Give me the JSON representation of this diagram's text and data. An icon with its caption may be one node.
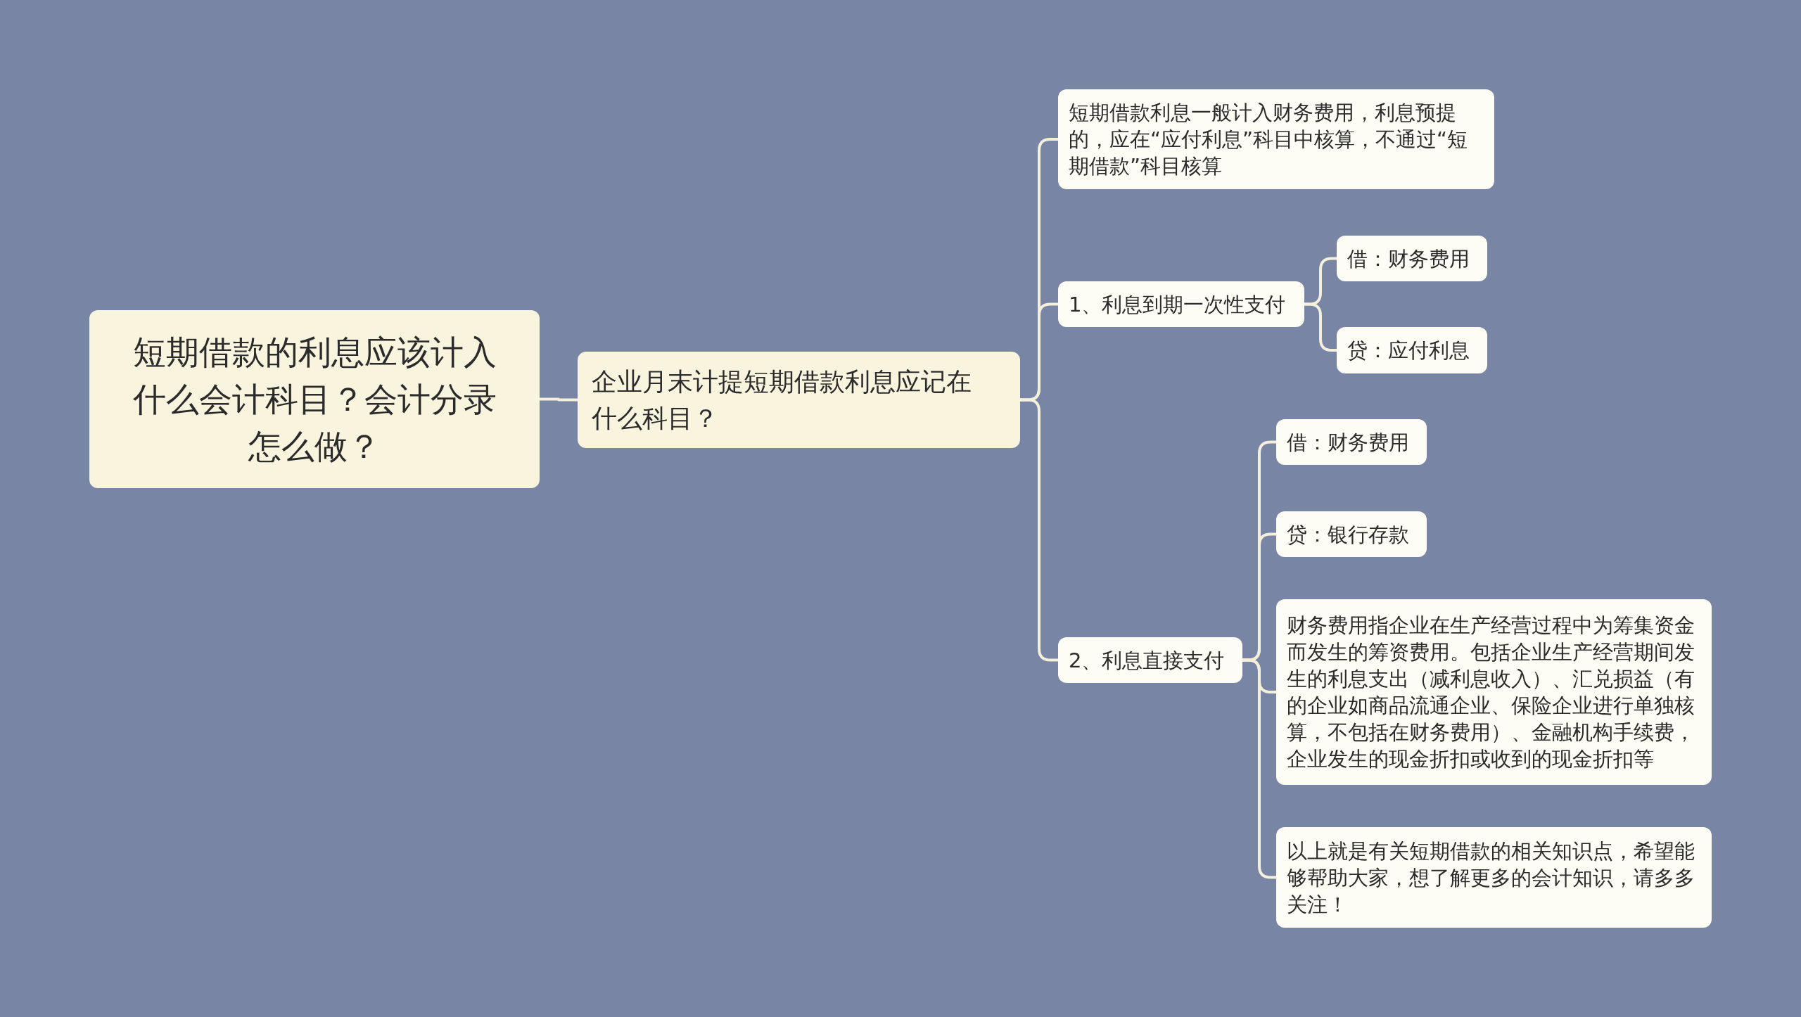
{
  "diagram": {
    "nodes": [
      {
        "text": [
          "短期借款的利息应该计入什么会计科目？会计分录怎么做？"
        ]
      },
      {
        "text": [
          "企业月末计提短期借款利息应记在什么科目？"
        ]
      },
      {
        "text": [
          "短期借款利息一般计入财务费用，利息预提的，应在“应付利息”科目中核算，不通过“短期借款”科目核算"
        ]
      },
      {
        "text": [
          "1、利息到期一次性支付"
        ]
      },
      {
        "text": [
          "借：财务费用"
        ]
      },
      {
        "text": [
          "贷：应付利息"
        ]
      },
      {
        "text": [
          "2、利息直接支付"
        ]
      },
      {
        "text": [
          "借：财务费用"
        ]
      },
      {
        "text": [
          "贷：银行存款"
        ]
      },
      {
        "text": [
          "财务费用指企业在生产经营过程中为筹集资金而发生的筹资费用。包括企业生产经营期间发生的利息支出（减利息收入）、汇兑损益（有的企业如商品流通企业、保险企业进行单独核算，不包括在财务费用）、金融机构手续费，企业发生的现金折扣或收到的现金折扣等"
        ]
      },
      {
        "text": [
          "以上就是有关短期借款的相关知识点，希望能够帮助大家，想了解更多的会计知识，请多多关注！"
        ]
      }
    ],
    "edges": [
      {
        "from": 0,
        "to": 1,
        "arrow": "none"
      },
      {
        "from": 1,
        "to": 2,
        "arrow": "none"
      },
      {
        "from": 1,
        "to": 3,
        "arrow": "none"
      },
      {
        "from": 1,
        "to": 6,
        "arrow": "none"
      },
      {
        "from": 3,
        "to": 4,
        "arrow": "none"
      },
      {
        "from": 3,
        "to": 5,
        "arrow": "none"
      },
      {
        "from": 6,
        "to": 7,
        "arrow": "none"
      },
      {
        "from": 6,
        "to": 8,
        "arrow": "none"
      },
      {
        "from": 6,
        "to": 9,
        "arrow": "none"
      },
      {
        "from": 6,
        "to": 10,
        "arrow": "none"
      }
    ]
  }
}
